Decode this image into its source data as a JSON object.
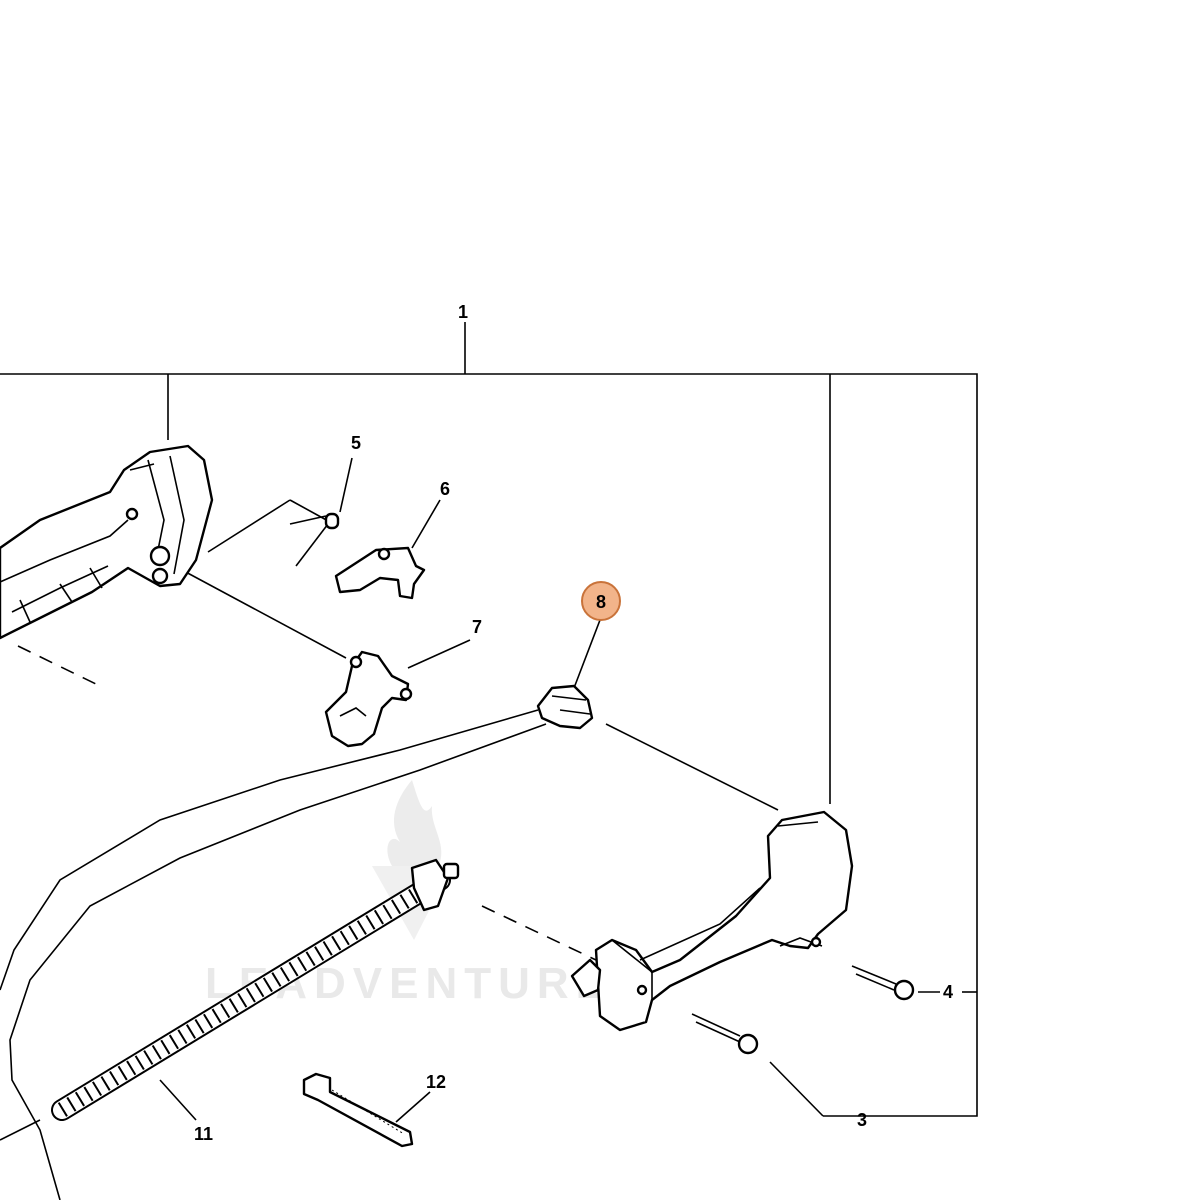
{
  "diagram": {
    "callouts": [
      {
        "id": "c1",
        "label": "1"
      },
      {
        "id": "c3",
        "label": "3"
      },
      {
        "id": "c4",
        "label": "4"
      },
      {
        "id": "c5",
        "label": "5"
      },
      {
        "id": "c6",
        "label": "6"
      },
      {
        "id": "c7",
        "label": "7"
      },
      {
        "id": "c8",
        "label": "8",
        "highlighted": true
      },
      {
        "id": "c11",
        "label": "11"
      },
      {
        "id": "c12",
        "label": "12"
      }
    ],
    "watermark": "LEADVENTURE",
    "colors": {
      "highlight_fill": "#f2b48a",
      "highlight_stroke": "#c9733a",
      "line": "#000000",
      "watermark": "#e6e6e6"
    }
  }
}
